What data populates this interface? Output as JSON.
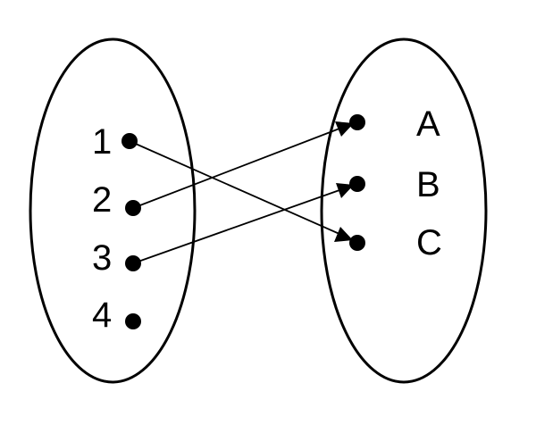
{
  "domain_set": {
    "elements": [
      "1",
      "2",
      "3",
      "4"
    ]
  },
  "codomain_set": {
    "elements": [
      "A",
      "B",
      "C"
    ]
  },
  "mapping": [
    {
      "from": "1",
      "to": "C"
    },
    {
      "from": "2",
      "to": "A"
    },
    {
      "from": "3",
      "to": "B"
    }
  ],
  "colors": {
    "stroke": "#000000",
    "background": "#ffffff"
  }
}
